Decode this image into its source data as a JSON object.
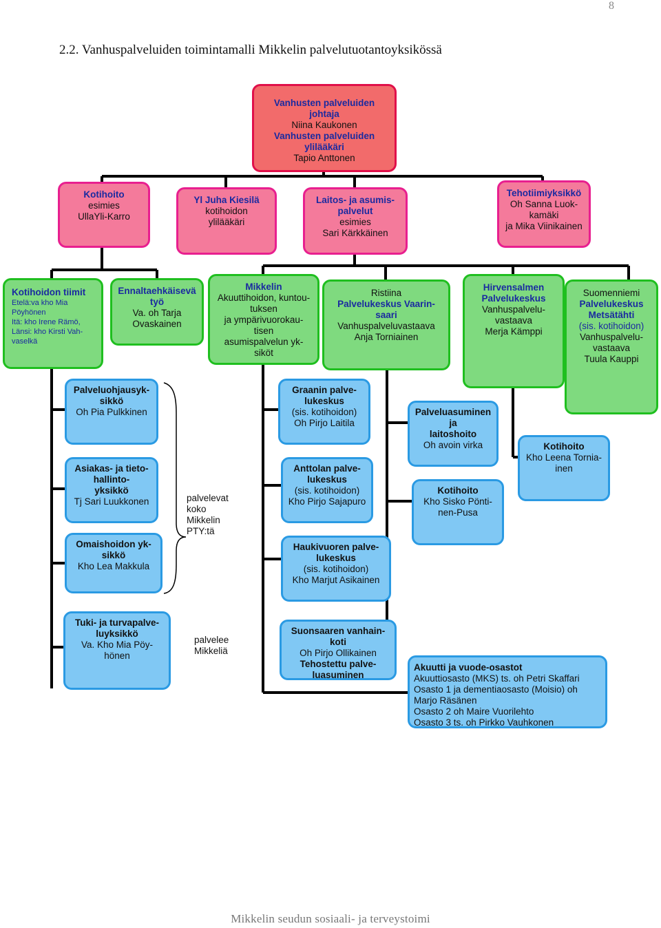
{
  "page_number": "8",
  "heading": "2.2.   Vanhuspalveluiden toimintamalli Mikkelin palvelutuotantoyksikössä",
  "footer": "Mikkelin seudun sosiaali- ja terveystoimi",
  "colors": {
    "top": "#f26b6b",
    "management": "#f47a9b",
    "units": "#7fda7f",
    "sub_units": "#80c8f4"
  },
  "top_box": {
    "lines": [
      "Vanhusten palveluiden",
      "johtaja",
      "Niina Kaukonen",
      "Vanhusten palveluiden",
      "ylilääkäri",
      "Tapio Anttonen"
    ]
  },
  "level2": [
    {
      "lines": [
        "Kotihoito",
        "esimies",
        "UllaYli-Karro"
      ]
    },
    {
      "lines": [
        "Yl Juha Kiesilä",
        "kotihoidon",
        "ylilääkäri"
      ]
    },
    {
      "lines": [
        "Laitos- ja asumis-",
        "palvelut",
        "esimies",
        "Sari Kärkkäinen"
      ]
    },
    {
      "lines": [
        "Tehotiimiyksikkö",
        "Oh Sanna Luok-",
        "kamäki",
        "ja Mika Viinikainen"
      ]
    }
  ],
  "level3": [
    {
      "lines": [
        "Kotihoidon tiimit",
        "Etelä:va kho Mia",
        "Pöyhönen",
        "Itä: kho Irene Rämö,",
        "Länsi: kho Kirsti Vah-",
        "vaselkä"
      ]
    },
    {
      "lines": [
        "Ennaltaehkäisevä",
        "työ",
        "Va. oh Tarja",
        "Ovaskainen"
      ]
    },
    {
      "lines": [
        "Mikkelin",
        "Akuuttihoidon, kuntou-",
        "tuksen",
        "ja ympärivuorokau-",
        "tisen",
        "asumispalvelun yk-",
        "siköt"
      ]
    },
    {
      "lines": [
        "Ristiina",
        "Palvelukeskus Vaarin-",
        "saari",
        "Vanhuspalveluvastaava",
        "Anja Torniainen"
      ]
    },
    {
      "lines": [
        "Hirvensalmen",
        "Palvelukeskus",
        "Vanhuspalvelu-",
        "vastaava",
        "Merja Kämppi"
      ]
    },
    {
      "lines": [
        "Suomenniemi",
        "Palvelukeskus",
        "Metsätähti",
        "(sis. kotihoidon)",
        "Vanhuspalvelu-",
        "vastaava",
        "Tuula Kauppi"
      ]
    }
  ],
  "blue_boxes": [
    {
      "lines": [
        "Palveluohjausyk-",
        "sikkö",
        "Oh Pia Pulkkinen"
      ]
    },
    {
      "lines": [
        "Asiakas- ja tieto-",
        "hallinto-",
        "yksikkö",
        "Tj Sari Luukkonen"
      ]
    },
    {
      "lines": [
        "Omaishoidon yk-",
        "sikkö",
        "Kho Lea Makkula"
      ]
    },
    {
      "lines": [
        "Tuki- ja turvapalve-",
        "luyksikkö",
        "Va. Kho Mia Pöy-",
        "hönen"
      ]
    },
    {
      "lines": [
        "Graanin palve-",
        "lukeskus",
        "(sis. kotihoidon)",
        "Oh Pirjo Laitila"
      ]
    },
    {
      "lines": [
        "Anttolan palve-",
        "lukeskus",
        "(sis. kotihoidon)",
        "Kho Pirjo Sajapuro"
      ]
    },
    {
      "lines": [
        "Haukivuoren palve-",
        "lukeskus",
        "(sis. kotihoidon)",
        "Kho Marjut Asikainen"
      ]
    },
    {
      "lines": [
        "Suonsaaren vanhain-",
        "koti",
        "Oh Pirjo Ollikainen",
        "Tehostettu palve-",
        "luasuminen"
      ]
    },
    {
      "lines": [
        "Palveluasuminen",
        "ja",
        "laitoshoito",
        "Oh avoin virka"
      ]
    },
    {
      "lines": [
        "Kotihoito",
        "Kho Sisko Pönti-",
        "nen-Pusa"
      ]
    },
    {
      "lines": [
        "Kotihoito",
        "Kho Leena Tornia-",
        "inen"
      ]
    },
    {
      "lines": [
        "Akuutti ja vuode-osastot",
        "Akuuttiosasto (MKS) ts. oh Petri Skaffari",
        "Osasto 1 ja dementiaosasto (Moisio) oh",
        "Marjo Räsänen",
        "Osasto 2 oh Maire Vuorilehto",
        "Osasto 3 ts. oh Pirkko Vauhkonen"
      ]
    }
  ],
  "notes": [
    {
      "lines": [
        "palvelevat",
        "koko",
        "Mikkelin",
        "PTY:tä"
      ]
    },
    {
      "lines": [
        "palvelee",
        "Mikkeliä"
      ]
    }
  ]
}
